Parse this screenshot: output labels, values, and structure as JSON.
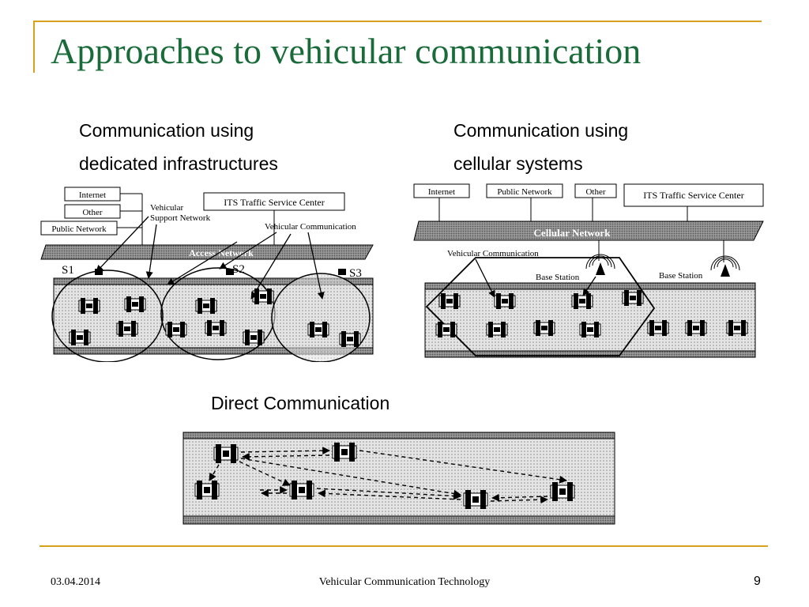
{
  "slide": {
    "title": "Approaches to vehicular communication",
    "accent_color": "#d6a21e",
    "title_color": "#1a6b3a"
  },
  "panels": {
    "infrastructure": {
      "caption_line1": "Communication using",
      "caption_line2": "dedicated infrastructures",
      "labels": {
        "internet": "Internet",
        "other": "Other",
        "public_network": "Public Network",
        "vehicular_support_1": "Vehicular",
        "vehicular_support_2": "Support Network",
        "its_center": "ITS Traffic Service Center",
        "vehicular_communication": "Vehicular Communication",
        "access_network": "Access Network",
        "s1": "S1",
        "s2": "S2",
        "s3": "S3"
      }
    },
    "cellular": {
      "caption_line1": "Communication using",
      "caption_line2": "cellular systems",
      "labels": {
        "internet": "Internet",
        "public_network": "Public Network",
        "other": "Other",
        "its_center": "ITS Traffic Service Center",
        "cellular_network": "Cellular Network",
        "vehicular_communication": "Vehicular Communication",
        "base_station_1": "Base Station",
        "base_station_2": "Base Station"
      }
    },
    "direct": {
      "caption": "Direct Communication"
    }
  },
  "footer": {
    "date": "03.04.2014",
    "center": "Vehicular Communication Technology",
    "page": "9"
  }
}
